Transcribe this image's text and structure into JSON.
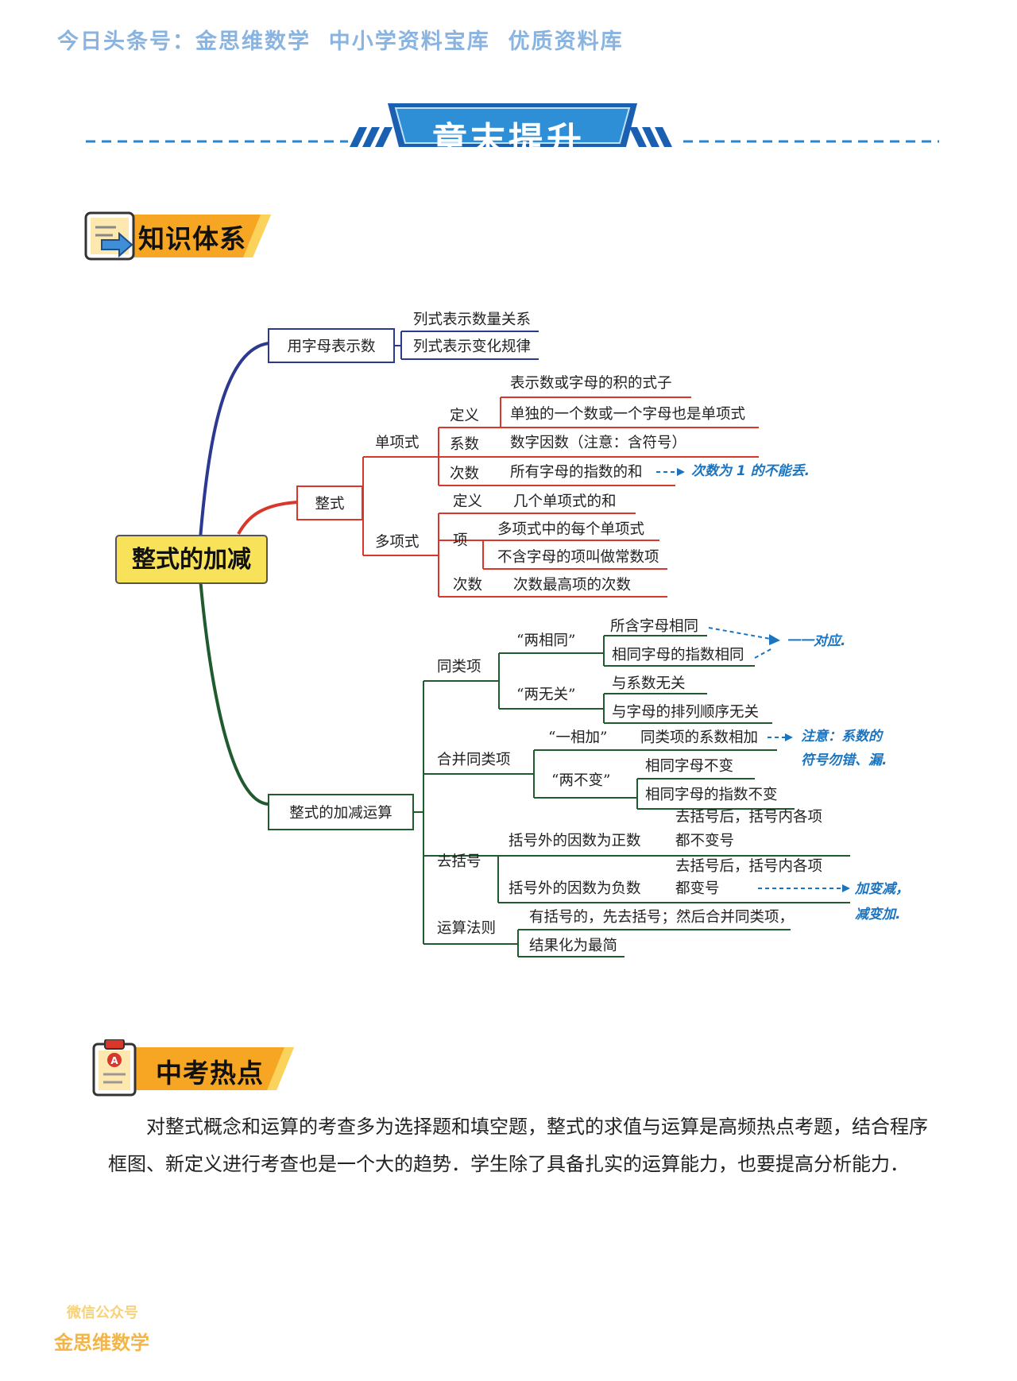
{
  "header": {
    "watermark": "今日头条号：金思维数学  中小学资料宝库  优质资料库",
    "banner_title": "章末提升"
  },
  "sections": {
    "knowledge": "知识体系",
    "hotspot": "中考热点"
  },
  "mindmap": {
    "root": "整式的加减",
    "b1": {
      "label": "用字母表示数",
      "items": [
        "列式表示数量关系",
        "列式表示变化规律"
      ]
    },
    "b2": {
      "label": "整式",
      "mono": {
        "label": "单项式",
        "def_top": "表示数或字母的积的式子",
        "def_label": "定义",
        "def": "单独的一个数或一个字母也是单项式",
        "coef_label": "系数",
        "coef": "数字因数（注意：含符号）",
        "deg_label": "次数",
        "deg": "所有字母的指数的和",
        "deg_note": "次数为 1 的不能丢."
      },
      "poly": {
        "label": "多项式",
        "def_label": "定义",
        "def": "几个单项式的和",
        "term_label": "项",
        "term1": "多项式中的每个单项式",
        "term2": "不含字母的项叫做常数项",
        "deg_label": "次数",
        "deg": "次数最高项的次数"
      }
    },
    "b3": {
      "label": "整式的加减运算",
      "like": {
        "label": "同类项",
        "two_same": "“两相同”",
        "same1": "所含字母相同",
        "same2": "相同字母的指数相同",
        "same_note": "一一对应.",
        "two_none": "“两无关”",
        "none1": "与系数无关",
        "none2": "与字母的排列顺序无关"
      },
      "combine": {
        "label": "合并同类项",
        "one_add": "“一相加”",
        "add": "同类项的系数相加",
        "add_note1": "注意：系数的",
        "add_note2": "符号勿错、漏.",
        "two_keep": "“两不变”",
        "keep1": "相同字母不变",
        "keep2": "相同字母的指数不变"
      },
      "bracket": {
        "label": "去括号",
        "pos": "括号外的因数为正数",
        "pos_r1": "去括号后，括号内各项",
        "pos_r2": "都不变号",
        "neg": "括号外的因数为负数",
        "neg_r1": "去括号后，括号内各项",
        "neg_r2": "都变号",
        "neg_note1": "加变减，",
        "neg_note2": "减变加."
      },
      "rule": {
        "label": "运算法则",
        "r1": "有括号的，先去括号；然后合并同类项，",
        "r2": "结果化为最简"
      }
    }
  },
  "hotspot_text": "对整式概念和运算的考查多为选择题和填空题，整式的求值与运算是高频热点考题，结合程序框图、新定义进行考查也是一个大的趋势．学生除了具备扎实的运算能力，也要提高分析能力．",
  "footer": {
    "wm1": "微信公众号",
    "wm2": "金思维数学"
  }
}
